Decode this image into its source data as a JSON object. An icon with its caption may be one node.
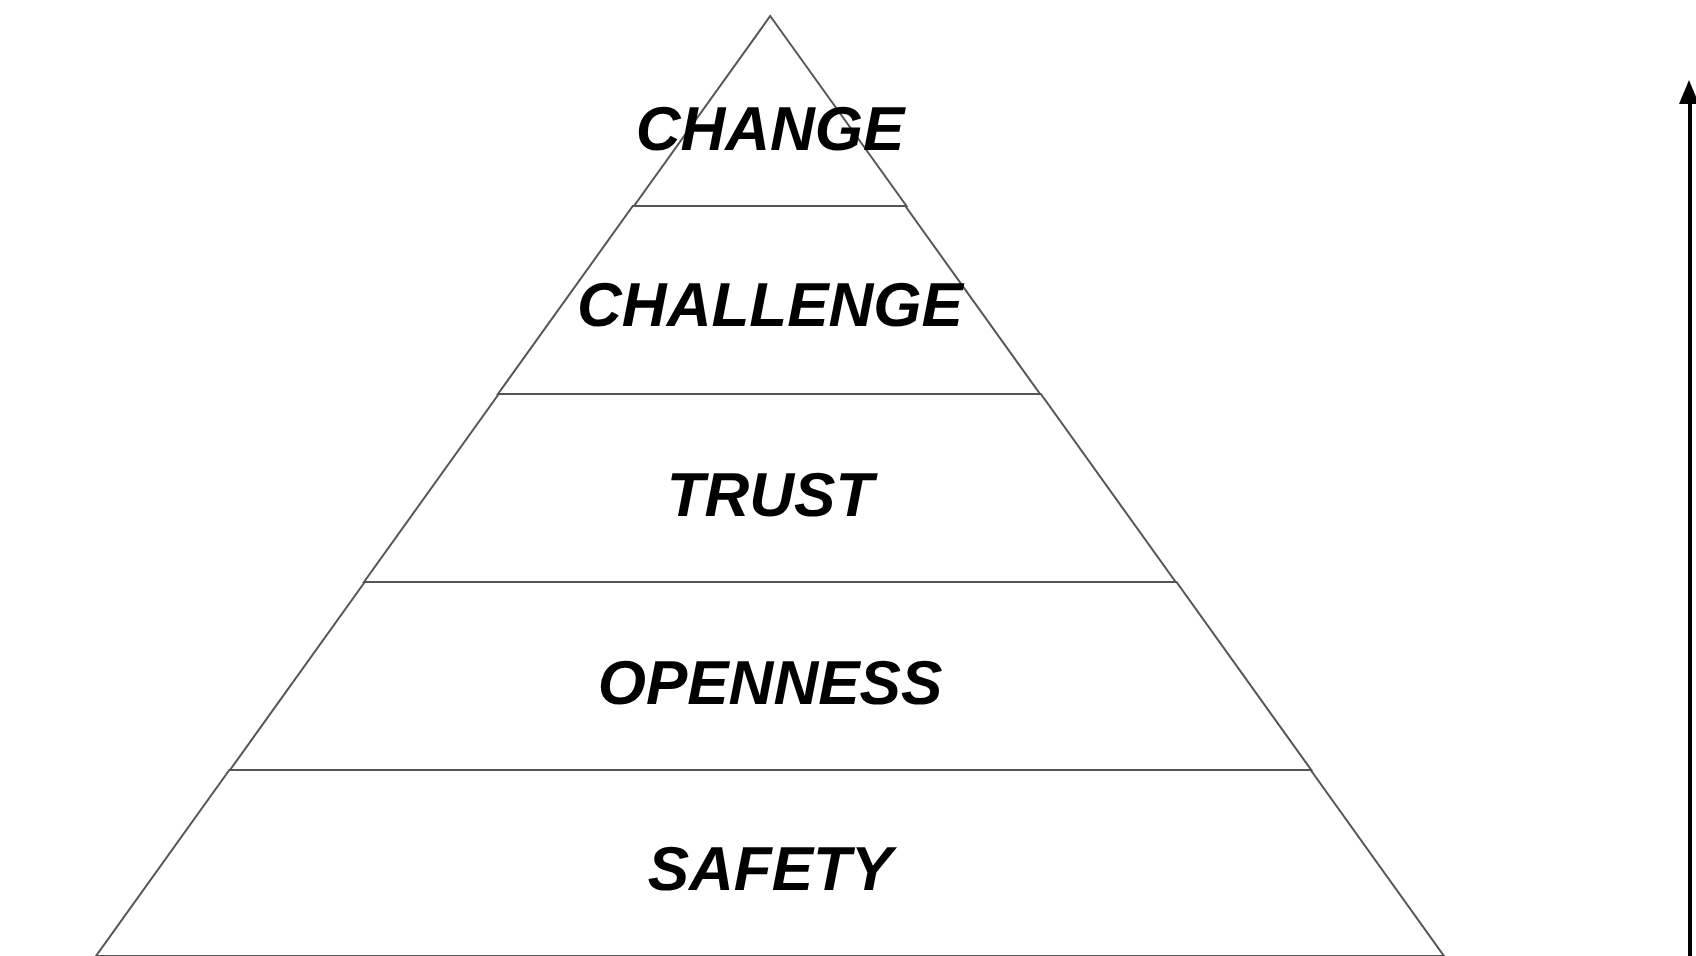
{
  "diagram": {
    "nodes": [
      {
        "text": [
          "CHANGE"
        ]
      },
      {
        "text": [
          "CHALLENGE"
        ]
      },
      {
        "text": [
          "TRUST"
        ]
      },
      {
        "text": [
          "OPENNESS"
        ]
      },
      {
        "text": [
          "SAFETY"
        ]
      }
    ]
  }
}
